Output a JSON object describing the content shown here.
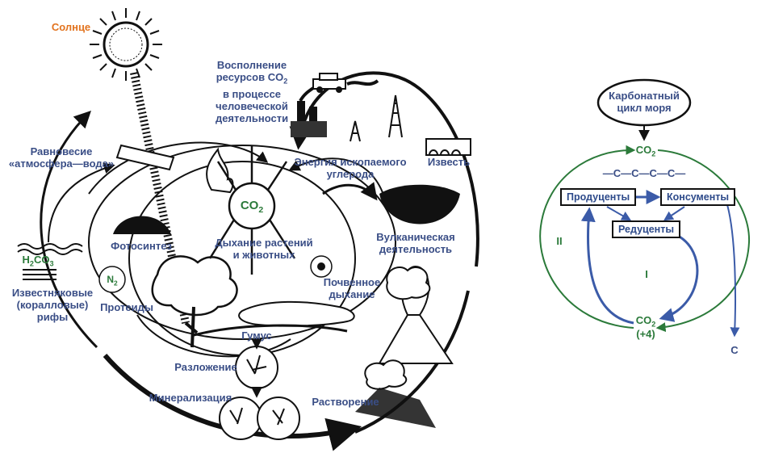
{
  "left_diagram": {
    "sun": "Солнце",
    "replenish": [
      "Восполнение",
      "ресурсов CO",
      "в процессе",
      "человеческой",
      "деятельности"
    ],
    "replenish_sub": "2",
    "equilibrium": [
      "Равновесие",
      "«атмосфера—вода»"
    ],
    "fossil": [
      "Энергия ископаемого",
      "углерода"
    ],
    "lime": "Известь",
    "co2_center": "CO",
    "co2_center_sub": "2",
    "photosynthesis": "Фотосинтез",
    "h2co3": "H",
    "h2co3_sub1": "2",
    "h2co3_mid": "CO",
    "h2co3_sub2": "3",
    "respiration": [
      "Дыхание растений",
      "и животных"
    ],
    "volcanic": [
      "Вулканическая",
      "деятельность"
    ],
    "n2": "N",
    "n2_sub": "2",
    "limestone": [
      "Известняковые",
      "(коралловые)",
      "рифы"
    ],
    "proteins": "Протеиды",
    "soil_resp": [
      "Почвенное",
      "дыхание"
    ],
    "humus": "Гумус",
    "decomposition": "Разложение",
    "mineralization": "Минерализация",
    "dissolution": "Растворение"
  },
  "right_diagram": {
    "carbonate": [
      "Карбонатный",
      "цикл моря"
    ],
    "co2_top": "CO",
    "co2_top_sub": "2",
    "chain": "—C—C—C—C—",
    "producers": "Продуценты",
    "consumers": "Консументы",
    "reducers": "Редуценты",
    "cycle_one": "I",
    "cycle_two": "II",
    "co2_bottom": "CO",
    "co2_bottom_sub": "2",
    "oxidation": "(+4)",
    "carbon": "C"
  },
  "colors": {
    "label": "#3a4e86",
    "sun_label": "#e2731e",
    "cycle_green": "#2b7a3a",
    "arrow_blue": "#3b5ba8"
  }
}
